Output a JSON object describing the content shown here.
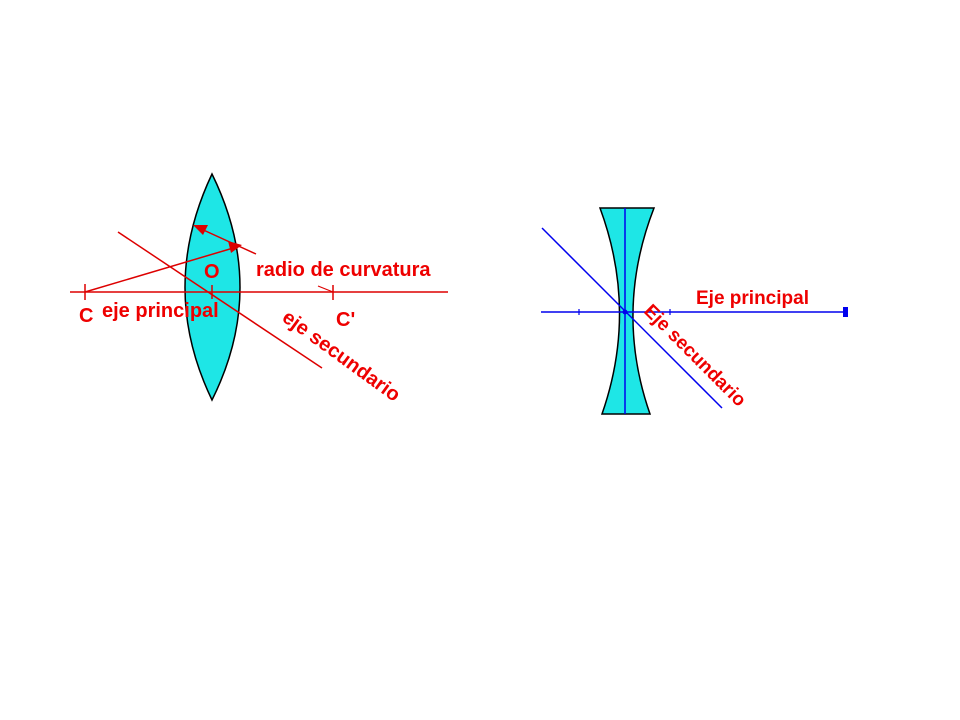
{
  "colors": {
    "lens_fill": "#1ee6e6",
    "convex_lines": "#dd0000",
    "concave_lines": "#0000ee",
    "label": "#ee0000",
    "outline": "#000000"
  },
  "convex_lens": {
    "label_center": "O",
    "label_radius": "radio de curvatura",
    "label_c": "C",
    "label_c_prime": "C'",
    "label_main_axis": "eje principal",
    "label_secondary_axis": "eje secundario"
  },
  "concave_lens": {
    "label_main_axis": "Eje principal",
    "label_secondary_axis": "Eje secundario"
  }
}
